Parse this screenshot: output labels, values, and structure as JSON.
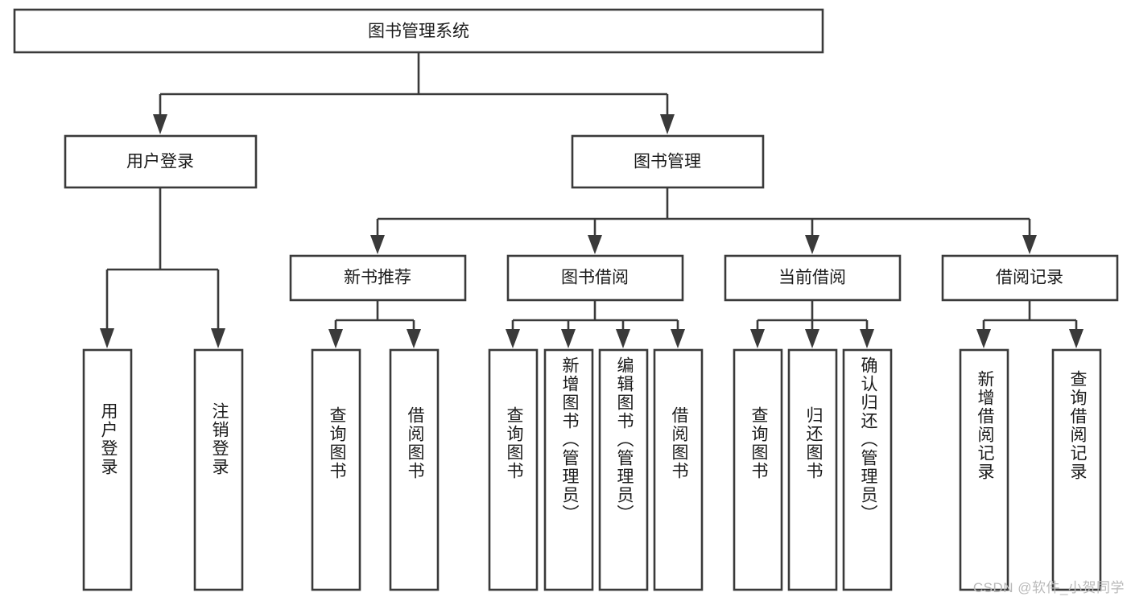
{
  "diagram": {
    "title": "图书管理系统",
    "type": "hierarchy-tree",
    "watermark": "CSDN @软件_小贺同学",
    "colors": {
      "stroke": "#3a3a3a",
      "background": "#ffffff",
      "text": "#1b1b1b",
      "watermark": "#b9b9b9"
    },
    "root": {
      "label": "图书管理系统"
    },
    "level2": [
      {
        "label": "用户登录"
      },
      {
        "label": "图书管理"
      }
    ],
    "level3": [
      {
        "label": "新书推荐"
      },
      {
        "label": "图书借阅"
      },
      {
        "label": "当前借阅"
      },
      {
        "label": "借阅记录"
      }
    ],
    "leaves": {
      "user_login": [
        {
          "label": "用户登录"
        },
        {
          "label": "注销登录"
        }
      ],
      "new_book_recommend": [
        {
          "label": "查询图书"
        },
        {
          "label": "借阅图书"
        }
      ],
      "book_borrow": [
        {
          "label": "查询图书"
        },
        {
          "label": "新增图书（管理员）"
        },
        {
          "label": "编辑图书（管理员）"
        },
        {
          "label": "借阅图书"
        }
      ],
      "current_borrow": [
        {
          "label": "查询图书"
        },
        {
          "label": "归还图书"
        },
        {
          "label": "确认归还（管理员）"
        }
      ],
      "borrow_record": [
        {
          "label": "新增借阅记录"
        },
        {
          "label": "查询借阅记录"
        }
      ]
    }
  }
}
